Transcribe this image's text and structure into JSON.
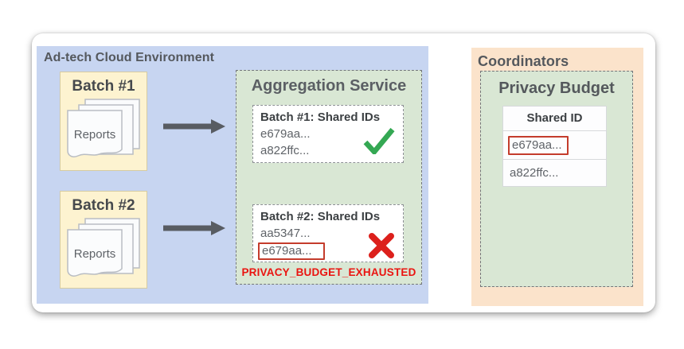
{
  "diagram": {
    "adtech": {
      "title": "Ad-tech Cloud Environment",
      "batch1": {
        "title": "Batch #1",
        "reports_label": "Reports"
      },
      "batch2": {
        "title": "Batch #2",
        "reports_label": "Reports"
      },
      "aggregation": {
        "title": "Aggregation Service",
        "result1": {
          "title": "Batch #1: Shared IDs",
          "id1": "e679aa...",
          "id2": "a822ffc...",
          "status": "success"
        },
        "result2": {
          "title": "Batch #2: Shared IDs",
          "id1": "aa5347...",
          "id2": "e679aa...",
          "status": "error"
        },
        "error_label": "PRIVACY_BUDGET_EXHAUSTED"
      }
    },
    "coordinators": {
      "title": "Coordinators",
      "privacy_budget": {
        "title": "Privacy Budget",
        "table": {
          "header": "Shared ID",
          "row1": "e679aa...",
          "row2": "a822ffc..."
        }
      }
    },
    "colors": {
      "adtech_bg": "#c7d5f1",
      "batch_bg": "#fdf3d0",
      "service_bg": "#d9e7d4",
      "coordinators_bg": "#fbe3cb",
      "success_green": "#34a853",
      "error_red": "#dc201c",
      "highlight_box_red": "#c43c2c",
      "error_text_red": "#ea1410",
      "arrow_gray": "#585c62"
    }
  }
}
